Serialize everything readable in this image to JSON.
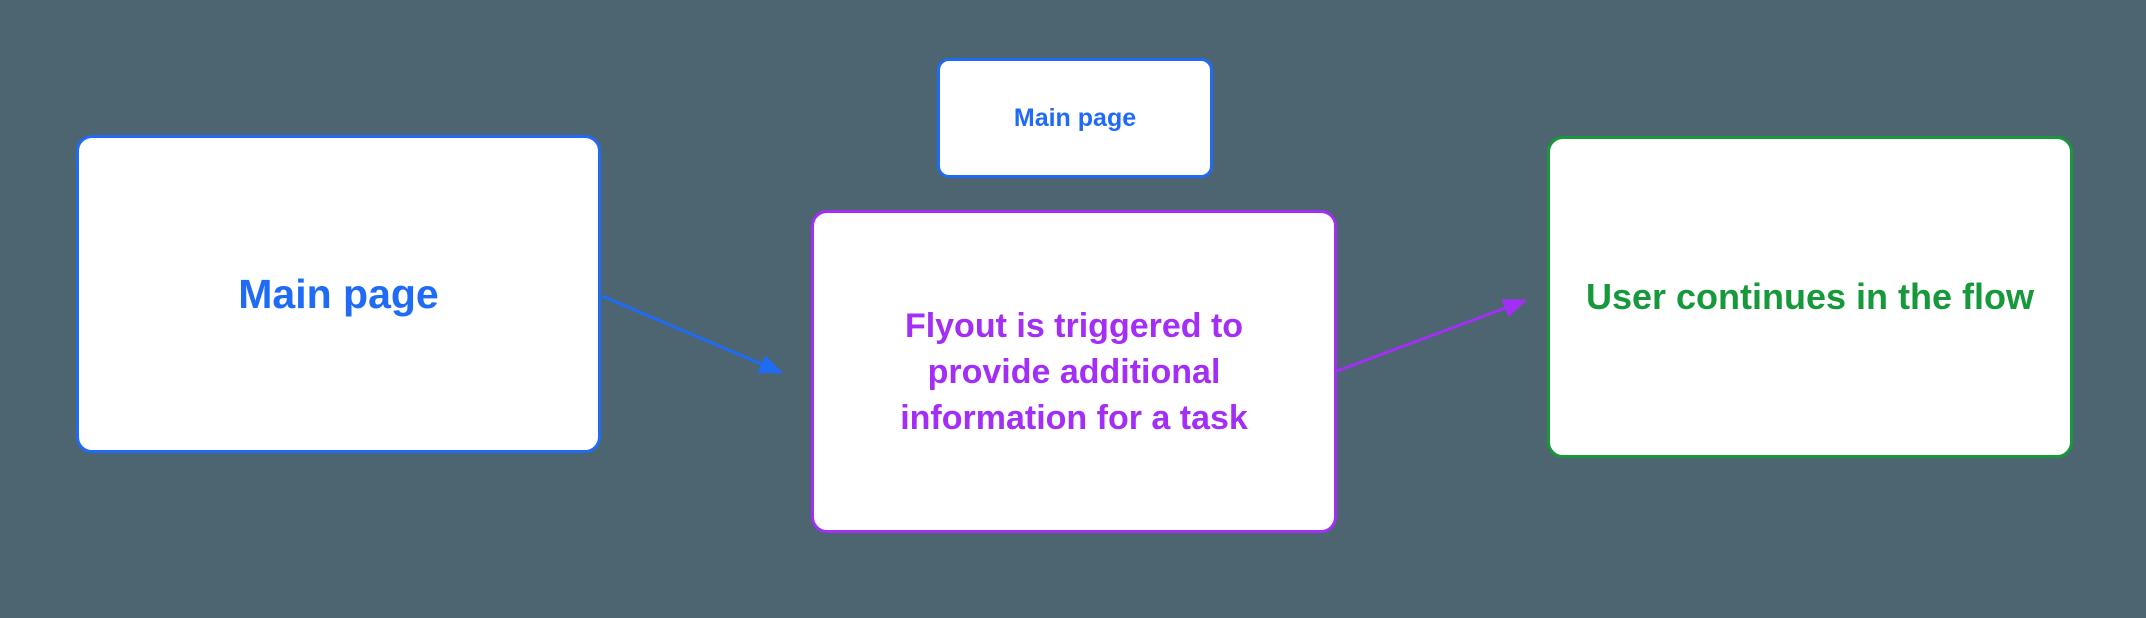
{
  "colors": {
    "background": "#4d6570",
    "node_fill": "#ffffff",
    "blue": "#1f6bf5",
    "purple": "#a32ef5",
    "green": "#17993b"
  },
  "nodes": {
    "main": {
      "label": "Main page",
      "color": "blue"
    },
    "main_small": {
      "label": "Main page",
      "color": "blue"
    },
    "flyout": {
      "label": "Flyout is triggered to provide additional information for a task",
      "color": "purple"
    },
    "continue_flow": {
      "label": "User continues in the flow",
      "color": "green"
    }
  },
  "edges": [
    {
      "from": "main",
      "to": "flyout",
      "color": "blue"
    },
    {
      "from": "flyout",
      "to": "continue_flow",
      "color": "purple"
    }
  ]
}
